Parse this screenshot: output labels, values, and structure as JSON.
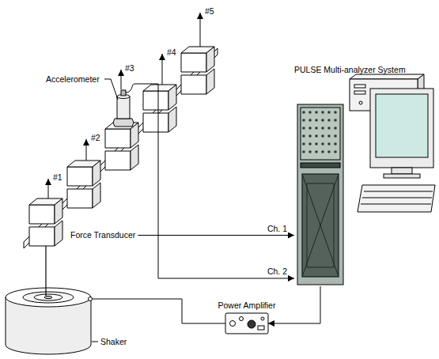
{
  "diagram": {
    "nodes": [
      {
        "text": [
          "Accelerometer"
        ]
      },
      {
        "text": [
          "Force Transducer"
        ]
      },
      {
        "text": [
          "PULSE Multi-analyzer System"
        ]
      },
      {
        "text": [
          "Power Amplifier"
        ]
      },
      {
        "text": [
          "Shaker"
        ]
      }
    ],
    "edges": [
      {
        "from": 1,
        "to": 2,
        "label": "Ch. 1",
        "arrow": "to"
      },
      {
        "from": 0,
        "to": 2,
        "label": "Ch. 2",
        "arrow": "to"
      },
      {
        "from": 2,
        "to": 3,
        "arrow": "to"
      },
      {
        "from": 3,
        "to": 4,
        "arrow": "none"
      }
    ],
    "labels": [
      "#1",
      "#2",
      "#3",
      "#4",
      "#5"
    ]
  }
}
